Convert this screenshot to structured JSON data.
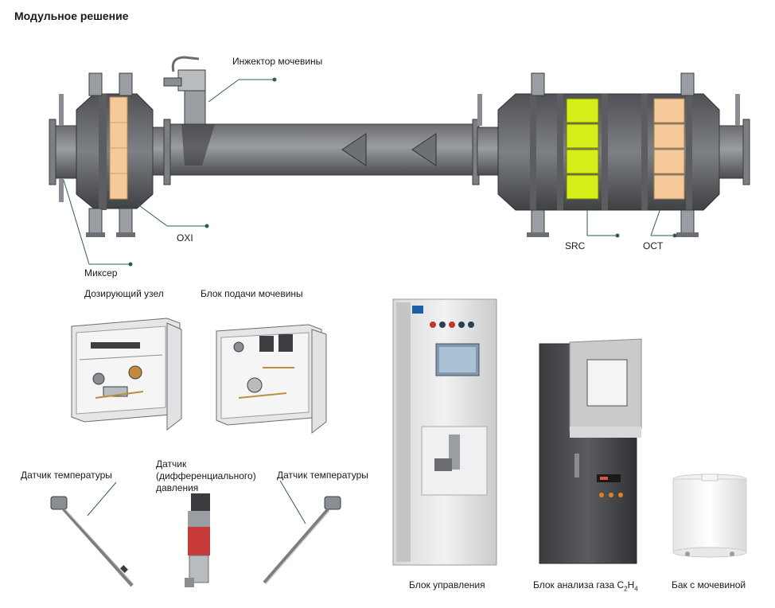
{
  "title": "Модульное решение",
  "labels": {
    "injector": "Инжектор мочевины",
    "oxi": "OXI",
    "mixer": "Миксер",
    "src": "SRC",
    "oct": "OCT",
    "dosing": "Дозирующий узел",
    "urea_feed": "Блок подачи мочевины",
    "temp_sensor_1": "Датчик температуры",
    "pressure_sensor_line1": "Датчик",
    "pressure_sensor_line2": "(дифференциального)",
    "pressure_sensor_line3": "давления",
    "temp_sensor_2": "Датчик температуры",
    "control_unit": "Блок управления",
    "gas_analysis_prefix": "Блок анализа газа C",
    "gas_analysis_sub1": "2",
    "gas_analysis_mid": "H",
    "gas_analysis_sub2": "4",
    "urea_tank": "Бак с мочевиной"
  },
  "colors": {
    "metal_dark": "#5d5f62",
    "metal_mid": "#85888c",
    "metal_light": "#b9bcbf",
    "oxi_block": "#f6c99a",
    "src_block": "#d6ef19",
    "oct_block": "#f6c99a",
    "leader": "#2e5f46"
  }
}
